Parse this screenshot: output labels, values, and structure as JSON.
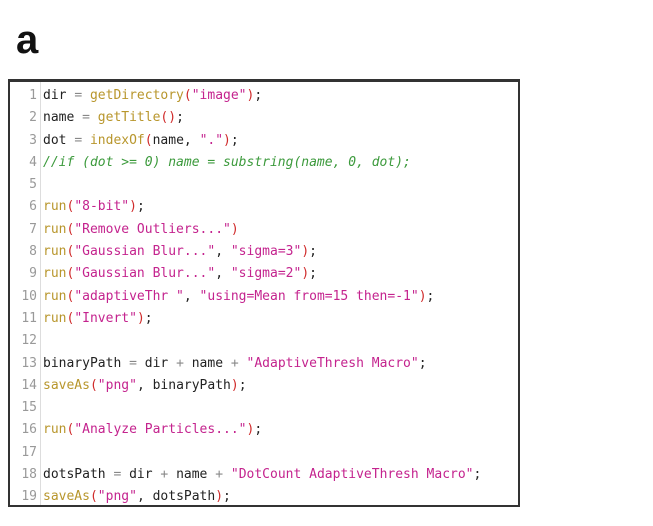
{
  "panel_label": "a",
  "colors": {
    "function": "#b8962c",
    "string": "#c4238e",
    "paren": "#d02a2a",
    "comment": "#3c9a3c",
    "variable": "#222222"
  },
  "lines": [
    {
      "n": "1",
      "tokens": [
        [
          "v",
          "dir "
        ],
        [
          "o",
          "= "
        ],
        [
          "f",
          "getDirectory"
        ],
        [
          "p",
          "("
        ],
        [
          "s",
          "\"image\""
        ],
        [
          "p",
          ")"
        ],
        [
          "v",
          ";"
        ]
      ]
    },
    {
      "n": "2",
      "tokens": [
        [
          "v",
          "name "
        ],
        [
          "o",
          "= "
        ],
        [
          "f",
          "getTitle"
        ],
        [
          "p",
          "()"
        ],
        [
          "v",
          ";"
        ]
      ]
    },
    {
      "n": "3",
      "tokens": [
        [
          "v",
          "dot "
        ],
        [
          "o",
          "= "
        ],
        [
          "f",
          "indexOf"
        ],
        [
          "p",
          "("
        ],
        [
          "v",
          "name, "
        ],
        [
          "s",
          "\".\""
        ],
        [
          "p",
          ")"
        ],
        [
          "v",
          ";"
        ]
      ]
    },
    {
      "n": "4",
      "tokens": [
        [
          "c",
          "//if (dot >= 0) name = substring(name, 0, dot);"
        ]
      ]
    },
    {
      "n": "5",
      "tokens": []
    },
    {
      "n": "6",
      "tokens": [
        [
          "f",
          "run"
        ],
        [
          "p",
          "("
        ],
        [
          "s",
          "\"8-bit\""
        ],
        [
          "p",
          ")"
        ],
        [
          "v",
          ";"
        ]
      ]
    },
    {
      "n": "7",
      "tokens": [
        [
          "f",
          "run"
        ],
        [
          "p",
          "("
        ],
        [
          "s",
          "\"Remove Outliers...\""
        ],
        [
          "p",
          ")"
        ]
      ]
    },
    {
      "n": "8",
      "tokens": [
        [
          "f",
          "run"
        ],
        [
          "p",
          "("
        ],
        [
          "s",
          "\"Gaussian Blur...\""
        ],
        [
          "v",
          ", "
        ],
        [
          "s",
          "\"sigma=3\""
        ],
        [
          "p",
          ")"
        ],
        [
          "v",
          ";"
        ]
      ]
    },
    {
      "n": "9",
      "tokens": [
        [
          "f",
          "run"
        ],
        [
          "p",
          "("
        ],
        [
          "s",
          "\"Gaussian Blur...\""
        ],
        [
          "v",
          ", "
        ],
        [
          "s",
          "\"sigma=2\""
        ],
        [
          "p",
          ")"
        ],
        [
          "v",
          ";"
        ]
      ]
    },
    {
      "n": "10",
      "tokens": [
        [
          "f",
          "run"
        ],
        [
          "p",
          "("
        ],
        [
          "s",
          "\"adaptiveThr \""
        ],
        [
          "v",
          ", "
        ],
        [
          "s",
          "\"using=Mean from=15 then=-1\""
        ],
        [
          "p",
          ")"
        ],
        [
          "v",
          ";"
        ]
      ]
    },
    {
      "n": "11",
      "tokens": [
        [
          "f",
          "run"
        ],
        [
          "p",
          "("
        ],
        [
          "s",
          "\"Invert\""
        ],
        [
          "p",
          ")"
        ],
        [
          "v",
          ";"
        ]
      ]
    },
    {
      "n": "12",
      "tokens": []
    },
    {
      "n": "13",
      "tokens": [
        [
          "v",
          "binaryPath "
        ],
        [
          "o",
          "= "
        ],
        [
          "v",
          "dir "
        ],
        [
          "o",
          "+ "
        ],
        [
          "v",
          "name "
        ],
        [
          "o",
          "+ "
        ],
        [
          "s",
          "\"AdaptiveThresh Macro\""
        ],
        [
          "v",
          ";"
        ]
      ]
    },
    {
      "n": "14",
      "tokens": [
        [
          "f",
          "saveAs"
        ],
        [
          "p",
          "("
        ],
        [
          "s",
          "\"png\""
        ],
        [
          "v",
          ", binaryPath"
        ],
        [
          "p",
          ")"
        ],
        [
          "v",
          ";"
        ]
      ]
    },
    {
      "n": "15",
      "tokens": []
    },
    {
      "n": "16",
      "tokens": [
        [
          "f",
          "run"
        ],
        [
          "p",
          "("
        ],
        [
          "s",
          "\"Analyze Particles...\""
        ],
        [
          "p",
          ")"
        ],
        [
          "v",
          ";"
        ]
      ]
    },
    {
      "n": "17",
      "tokens": []
    },
    {
      "n": "18",
      "tokens": [
        [
          "v",
          "dotsPath "
        ],
        [
          "o",
          "= "
        ],
        [
          "v",
          "dir "
        ],
        [
          "o",
          "+ "
        ],
        [
          "v",
          "name "
        ],
        [
          "o",
          "+ "
        ],
        [
          "s",
          "\"DotCount AdaptiveThresh Macro\""
        ],
        [
          "v",
          ";"
        ]
      ]
    },
    {
      "n": "19",
      "tokens": [
        [
          "f",
          "saveAs"
        ],
        [
          "p",
          "("
        ],
        [
          "s",
          "\"png\""
        ],
        [
          "v",
          ", dotsPath"
        ],
        [
          "p",
          ")"
        ],
        [
          "v",
          ";"
        ]
      ]
    }
  ]
}
